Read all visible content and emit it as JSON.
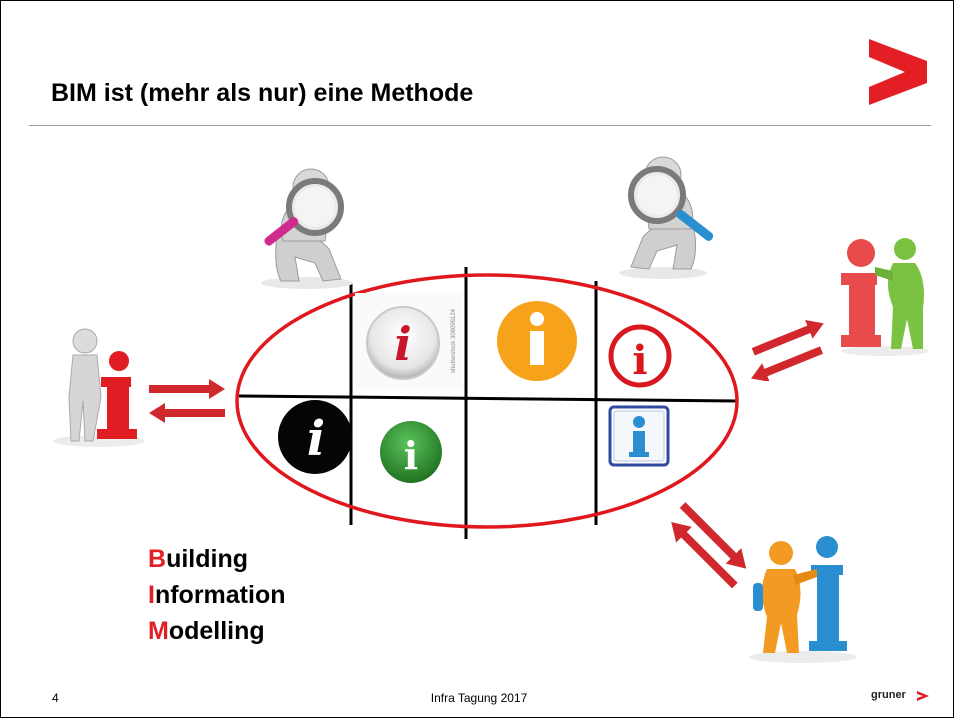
{
  "slide": {
    "title": "BIM ist (mehr als nur) eine Methode",
    "acronym": [
      {
        "cap": "B",
        "rest": "uilding"
      },
      {
        "cap": "I",
        "rest": "nformation"
      },
      {
        "cap": "M",
        "rest": "odelling"
      }
    ],
    "page_number": "4",
    "footer_title": "Infra Tagung 2017",
    "footer_logo": "gruner"
  },
  "icons": {
    "info_glyph": "i",
    "stock_watermark": "shutterstock 308098124"
  },
  "colors": {
    "accent_red": "#e31e24",
    "ellipse": "#e0181d",
    "orange": "#f7a21b",
    "green": "#2e8b2e",
    "blue_info": "#2a8fd0"
  }
}
